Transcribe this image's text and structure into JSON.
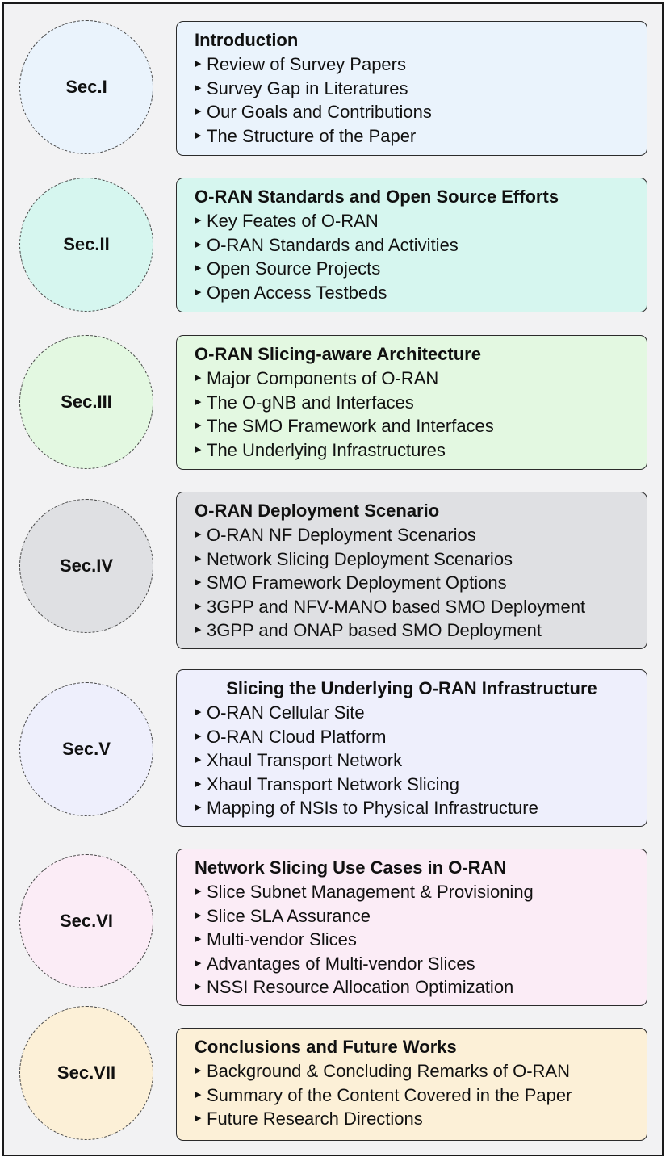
{
  "sections": [
    {
      "label": "Sec.I",
      "title": "Introduction",
      "fill": "#eaf3fc",
      "items": [
        "Review of Survey Papers",
        "Survey Gap in Literatures",
        "Our Goals and Contributions",
        "The Structure of the Paper"
      ]
    },
    {
      "label": "Sec.II",
      "title": "O-RAN Standards and Open Source Efforts",
      "fill": "#d6f6ef",
      "items": [
        "Key Feates of O-RAN",
        "O-RAN Standards and Activities",
        "Open Source Projects",
        "Open Access Testbeds"
      ]
    },
    {
      "label": "Sec.III",
      "title": "O-RAN Slicing-aware Architecture",
      "fill": "#e3f8e1",
      "items": [
        "Major Components of O-RAN",
        "The O-gNB and Interfaces",
        "The SMO Framework and Interfaces",
        "The Underlying Infrastructures"
      ]
    },
    {
      "label": "Sec.IV",
      "title": "O-RAN Deployment Scenario",
      "fill": "#dfe0e3",
      "items": [
        "O-RAN NF Deployment Scenarios",
        "Network Slicing Deployment Scenarios",
        "SMO Framework Deployment Options",
        "3GPP and NFV-MANO based SMO Deployment",
        "3GPP and ONAP based SMO Deployment"
      ]
    },
    {
      "label": "Sec.V",
      "title": "Slicing the Underlying O-RAN Infrastructure",
      "fill": "#eeeffc",
      "items": [
        "O-RAN Cellular Site",
        "O-RAN Cloud Platform",
        "Xhaul Transport Network",
        "Xhaul Transport Network Slicing",
        "Mapping of NSIs to Physical Infrastructure"
      ]
    },
    {
      "label": "Sec.VI",
      "title": "Network Slicing Use Cases in O-RAN",
      "fill": "#fbecf6",
      "items": [
        "Slice Subnet Management & Provisioning",
        "Slice SLA Assurance",
        "Multi-vendor Slices",
        "Advantages of Multi-vendor Slices",
        "NSSI Resource Allocation Optimization"
      ]
    },
    {
      "label": "Sec.VII",
      "title": "Conclusions and Future Works",
      "fill": "#fcf0d7",
      "items": [
        "Background & Concluding Remarks of O-RAN",
        "Summary of the Content Covered in the Paper",
        "Future Research Directions"
      ]
    }
  ]
}
